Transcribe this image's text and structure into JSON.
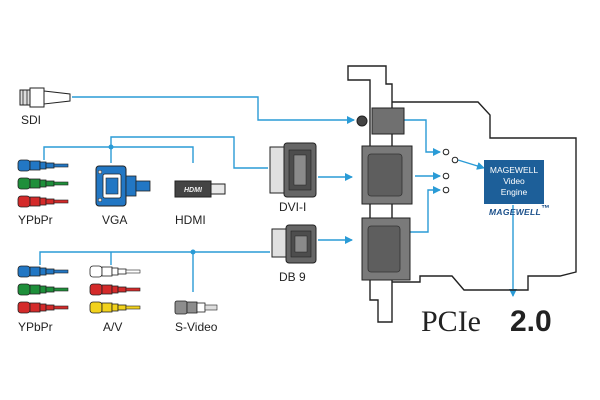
{
  "colors": {
    "wire": "#2a9bd6",
    "chip": "#1d5f99",
    "logo": "#1a4f8a",
    "connector_blue": "#2277c4",
    "red": "#d42a2a",
    "green": "#1e8f3a",
    "yellow": "#f2d21c",
    "gray": "#8d8d8d"
  },
  "labels": {
    "sdi": "SDI",
    "ypbpr_top": "YPbPr",
    "vga": "VGA",
    "hdmi": "HDMI",
    "dvi": "DVI-I",
    "db9": "DB 9",
    "ypbpr_bottom": "YPbPr",
    "av": "A/V",
    "svideo": "S-Video"
  },
  "hdmi_logo": "HDMI",
  "chip": {
    "line1": "MAGEWELL",
    "line2": "Video",
    "line3": "Engine"
  },
  "brand_logo": "MAGEWELL",
  "brand_mark": "™",
  "pcie": {
    "main": "PCIe",
    "version": "2.0"
  }
}
